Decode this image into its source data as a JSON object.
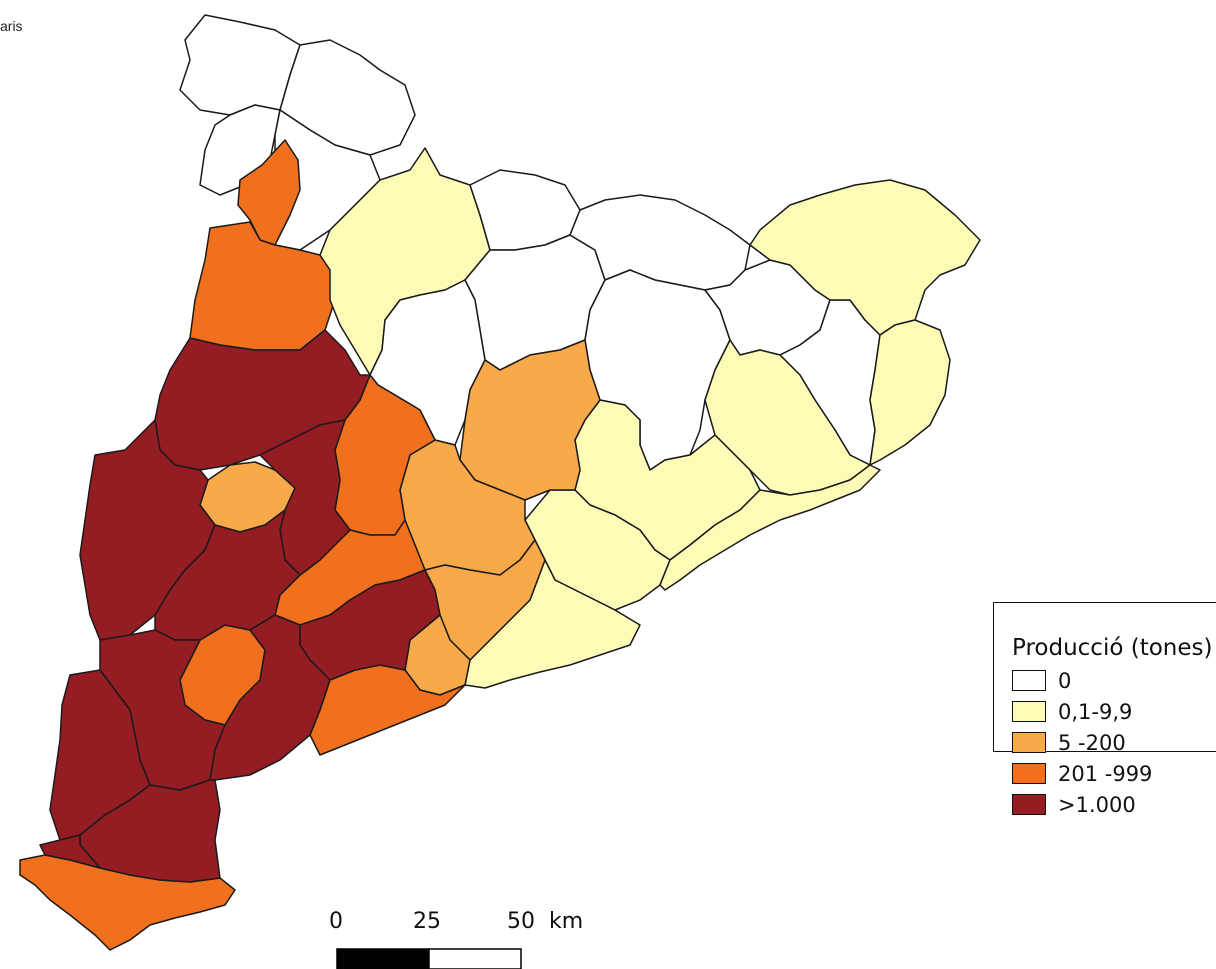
{
  "corner_text": "aris",
  "legend": {
    "title": "Producció (tones)",
    "items": [
      {
        "label": "0",
        "color": "#ffffff"
      },
      {
        "label": "0,1-9,9",
        "color": "#fdfcb6"
      },
      {
        "label": "5 -200",
        "color": "#f9a94a"
      },
      {
        "label": "201 -999",
        "color": "#f0701e"
      },
      {
        "label": ">1.000",
        "color": "#941c23"
      }
    ]
  },
  "scale_bar": {
    "ticks": [
      "0",
      "25",
      "50"
    ],
    "unit": "km"
  },
  "regions": [
    {
      "id": "north-white-1",
      "class": 0
    },
    {
      "id": "north-white-2",
      "class": 0
    },
    {
      "id": "north-white-3",
      "class": 0
    },
    {
      "id": "north-white-4",
      "class": 0
    },
    {
      "id": "west-orange-1",
      "class": 3
    },
    {
      "id": "west-orange-2",
      "class": 3
    },
    {
      "id": "center-yellow-1",
      "class": 1
    },
    {
      "id": "center-white-1",
      "class": 0
    },
    {
      "id": "center-white-2",
      "class": 0
    },
    {
      "id": "center-white-3",
      "class": 0
    },
    {
      "id": "center-white-4",
      "class": 0
    },
    {
      "id": "center-white-5",
      "class": 0
    },
    {
      "id": "east-white-1",
      "class": 0
    },
    {
      "id": "east-white-2",
      "class": 0
    },
    {
      "id": "east-yellow-1",
      "class": 1
    },
    {
      "id": "east-yellow-2",
      "class": 1
    },
    {
      "id": "east-yellow-3",
      "class": 1
    },
    {
      "id": "east-yellow-4",
      "class": 1
    },
    {
      "id": "coast-yellow-1",
      "class": 1
    },
    {
      "id": "coast-yellow-2",
      "class": 1
    },
    {
      "id": "coast-yellow-3",
      "class": 1
    },
    {
      "id": "center-light-orange-1",
      "class": 2
    },
    {
      "id": "center-light-orange-2",
      "class": 2
    },
    {
      "id": "center-light-orange-3",
      "class": 2
    },
    {
      "id": "center-light-orange-4",
      "class": 2
    },
    {
      "id": "west-light-orange-1",
      "class": 2
    },
    {
      "id": "center-orange-1",
      "class": 3
    },
    {
      "id": "center-orange-2",
      "class": 3
    },
    {
      "id": "center-orange-3",
      "class": 3
    },
    {
      "id": "coast-orange-1",
      "class": 3
    },
    {
      "id": "south-orange-1",
      "class": 3
    },
    {
      "id": "dark-1",
      "class": 4
    },
    {
      "id": "dark-2",
      "class": 4
    },
    {
      "id": "dark-3",
      "class": 4
    },
    {
      "id": "dark-4",
      "class": 4
    },
    {
      "id": "dark-5",
      "class": 4
    },
    {
      "id": "dark-6",
      "class": 4
    },
    {
      "id": "dark-7",
      "class": 4
    },
    {
      "id": "dark-8",
      "class": 4
    },
    {
      "id": "dark-9",
      "class": 4
    },
    {
      "id": "dark-10",
      "class": 4
    }
  ]
}
